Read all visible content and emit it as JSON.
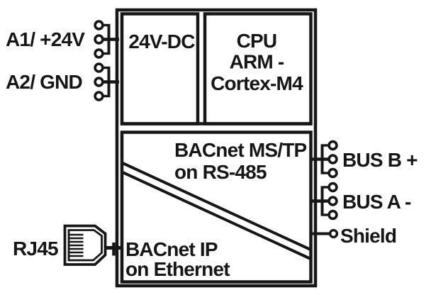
{
  "diagram": {
    "title_semantic": "BACnet device block diagram",
    "power_block": {
      "label": "24V-DC"
    },
    "cpu_block": {
      "line1": "CPU",
      "line2": "ARM -",
      "line3": "Cortex-M4"
    },
    "comm_block": {
      "mstp": {
        "line1": "BACnet MS/TP",
        "line2": "on RS-485"
      },
      "ip": {
        "line1": "BACnet IP",
        "line2": "on Ethernet"
      }
    },
    "left_terminals": {
      "power": {
        "label": "A1/ +24V",
        "terminal_count": 3
      },
      "ground": {
        "label": "A2/ GND",
        "terminal_count": 3
      }
    },
    "right_terminals": {
      "bus_b": {
        "label": "BUS B +",
        "terminal_count": 3
      },
      "bus_a": {
        "label": "BUS A -",
        "terminal_count": 3
      },
      "shield": {
        "label": "Shield",
        "terminal_count": 1
      }
    },
    "ethernet_port": {
      "label": "RJ45"
    },
    "colors": {
      "ink": "#161616",
      "background": "#ffffff"
    }
  }
}
